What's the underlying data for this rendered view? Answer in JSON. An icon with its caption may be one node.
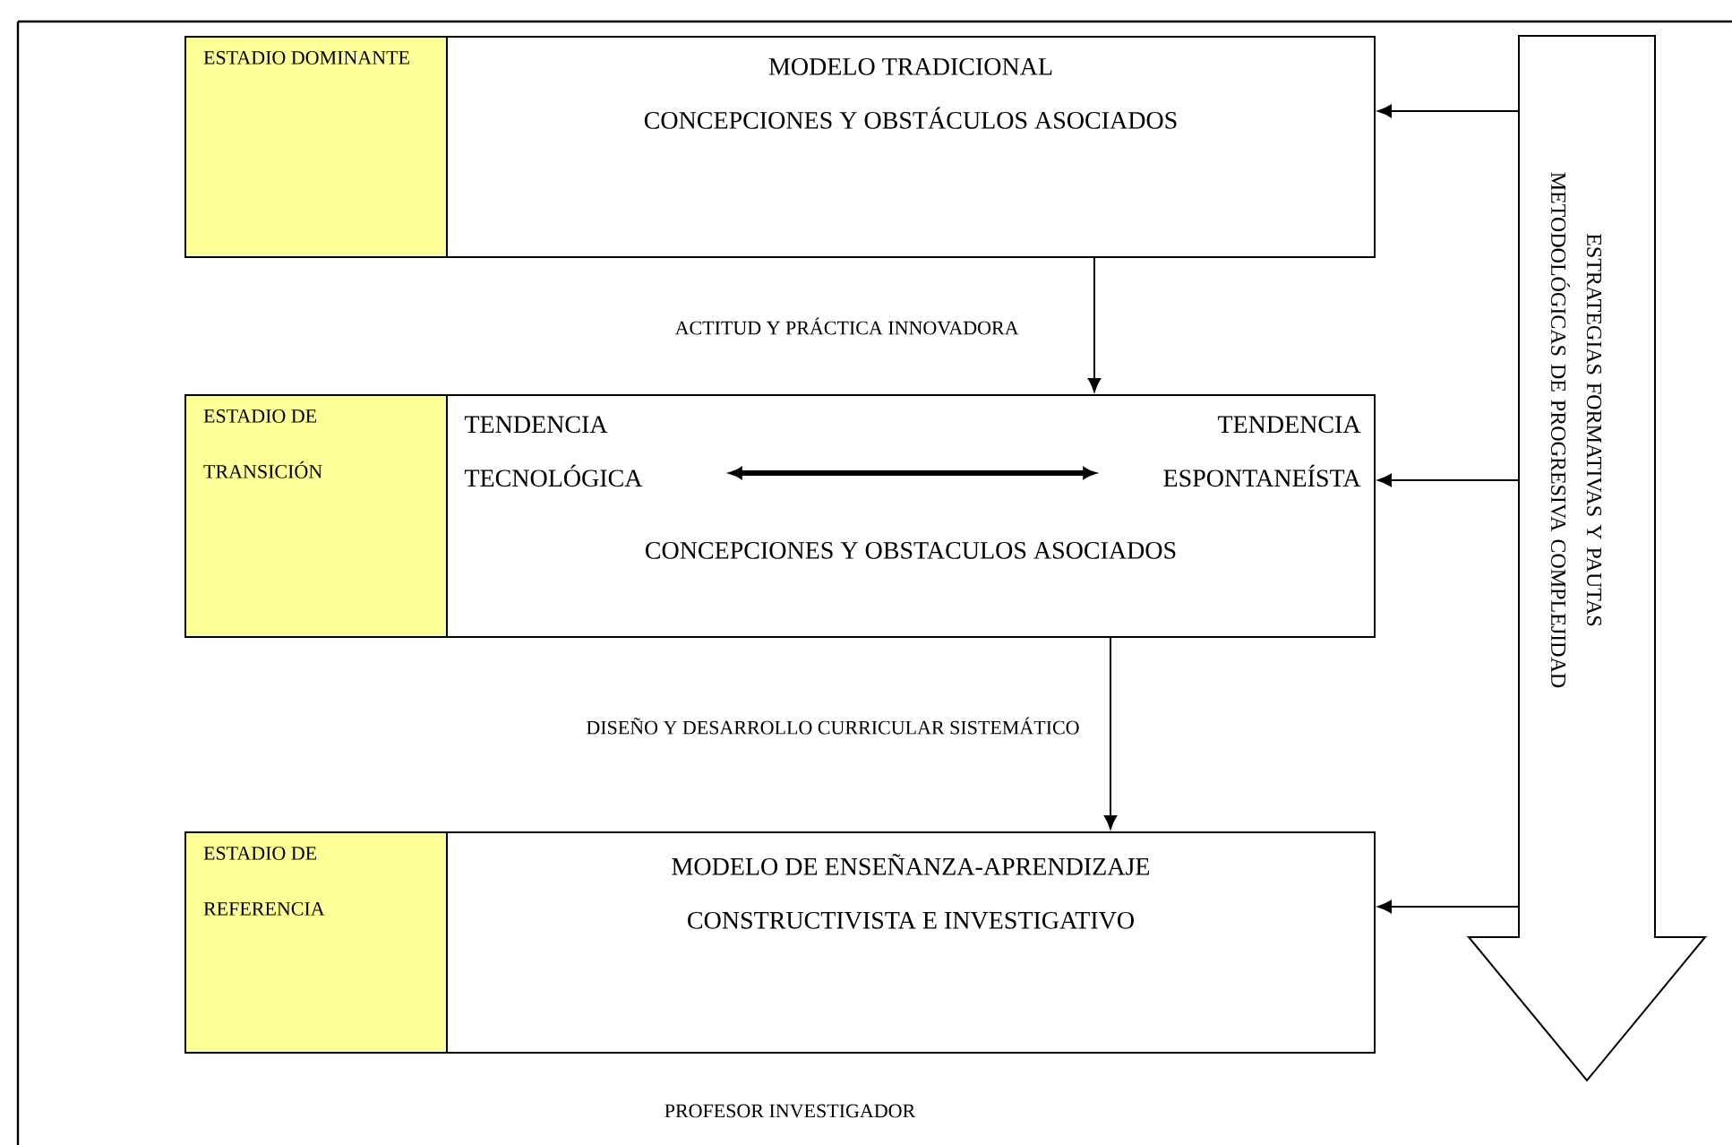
{
  "diagram": {
    "nodes": [
      {
        "text": [
          "ESTADIO DOMINANTE"
        ]
      },
      {
        "text": [
          "MODELO TRADICIONAL",
          "CONCEPCIONES Y OBSTÁCULOS ASOCIADOS"
        ]
      },
      {
        "text": [
          "ESTADIO DE TRANSICIÓN"
        ]
      },
      {
        "text": [
          "CONCEPCIONES Y OBSTACULOS ASOCIADOS"
        ]
      },
      {
        "text": [
          "TENDENCIA TECNOLÓGICA"
        ],
        "in": 3
      },
      {
        "text": [
          "TENDENCIA ESPONTANEÍSTA"
        ],
        "in": 3
      },
      {
        "text": [
          "ESTADIO DE REFERENCIA"
        ]
      },
      {
        "text": [
          "MODELO DE ENSEÑANZA-APRENDIZAJE",
          "CONSTRUCTIVISTA E INVESTIGATIVO"
        ]
      },
      {
        "text": [
          "ESTRATEGIAS FORMATIVAS Y PAUTAS METODOLÓGICAS DE PROGRESIVA COMPLEJIDAD"
        ]
      }
    ],
    "edges": [
      {
        "from": 1,
        "to": 3,
        "arrow": "to",
        "label": "ACTITUD Y PRÁCTICA INNOVADORA"
      },
      {
        "from": 3,
        "to": 7,
        "arrow": "to",
        "label": "DISEÑO Y DESARROLLO CURRICULAR SISTEMÁTICO"
      },
      {
        "from": 4,
        "to": 5,
        "arrow": "both",
        "style": "thick"
      },
      {
        "from": 8,
        "to": 1,
        "arrow": "to"
      },
      {
        "from": 8,
        "to": 3,
        "arrow": "to"
      },
      {
        "from": 8,
        "to": 7,
        "arrow": "to"
      }
    ],
    "labels": [
      "PROFESOR INVESTIGADOR"
    ]
  }
}
